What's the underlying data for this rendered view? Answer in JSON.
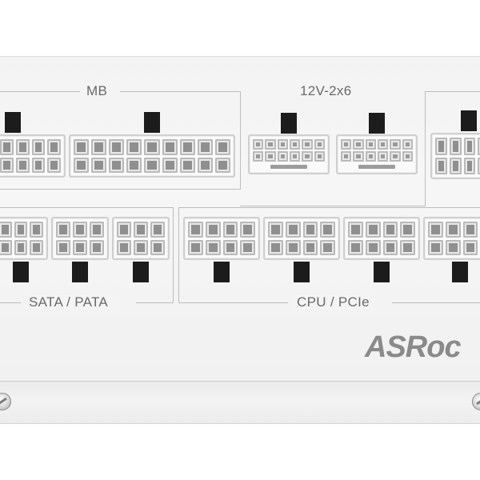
{
  "labels": {
    "mb": "MB",
    "v12": "12V-2x6",
    "sata_pata": "SATA / PATA",
    "cpu_pcie": "CPU / PCIe"
  },
  "brand": {
    "logo_text": "ASRoc"
  }
}
